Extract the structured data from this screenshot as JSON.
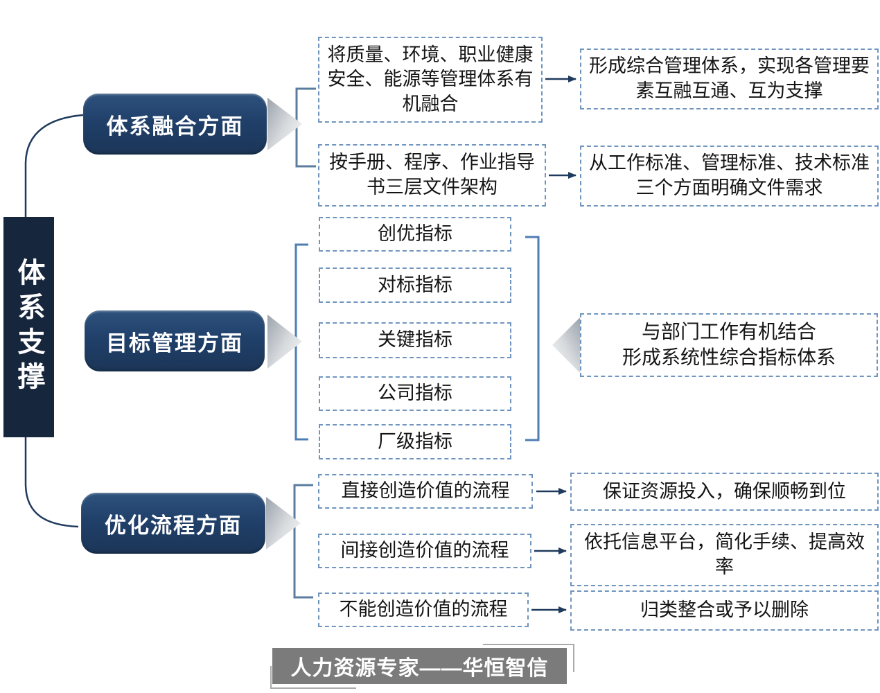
{
  "colors": {
    "rail_navy": "#16263C",
    "pill_navy": "#1F3B5E",
    "connector_navy": "#1F3A5C",
    "bracket_slate": "#5B7C9E",
    "bracket_blue": "#4E7DB2",
    "dashed_border": "#6F95BF",
    "chevron_gray": "#B9BEC5",
    "banner_gray": "#7B7B7B"
  },
  "left_rail": {
    "title": "体系支撑"
  },
  "sections": [
    {
      "label": "体系融合方面",
      "rows": [
        {
          "left": "将质量、环境、职业健康安全、能源等管理体系有机融合",
          "right": "形成综合管理体系，实现各管理要素互融互通、互为支撑"
        },
        {
          "left": "按手册、程序、作业指导书三层文件架构",
          "right": "从工作标准、管理标准、技术标准三个方面明确文件需求"
        }
      ]
    },
    {
      "label": "目标管理方面",
      "indicators": [
        "创优指标",
        "对标指标",
        "关键指标",
        "公司指标",
        "厂级指标"
      ],
      "summary": [
        "与部门工作有机结合",
        "形成系统性综合指标体系"
      ]
    },
    {
      "label": "优化流程方面",
      "rows": [
        {
          "left": "直接创造价值的流程",
          "right": "保证资源投入，确保顺畅到位"
        },
        {
          "left": "间接创造价值的流程",
          "right": "依托信息平台，简化手续、提高效率"
        },
        {
          "left": "不能创造价值的流程",
          "right": "归类整合或予以删除"
        }
      ]
    }
  ],
  "footer": {
    "banner": "人力资源专家——华恒智信"
  }
}
